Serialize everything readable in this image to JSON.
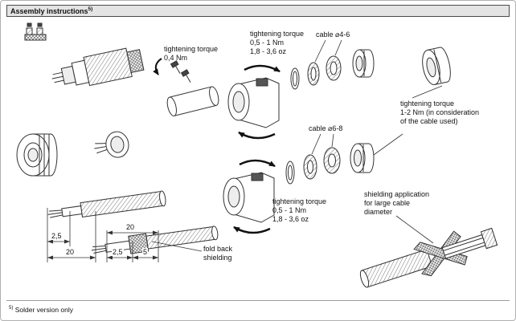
{
  "header": {
    "title": "Assembly instructions",
    "note_ref": "5)"
  },
  "footnote": {
    "ref": "5)",
    "text": "Solder version only"
  },
  "annotations": {
    "torque_04": "tightening torque\n0,4 Nm",
    "torque_upper": "tightening torque\n0,5 - 1 Nm\n1,8 - 3,6 oz",
    "cable_4_6": "cable ⌀4-6",
    "torque_right": "tightening torque\n1-2 Nm (in consideration\nof the cable used)",
    "cable_6_8": "cable ⌀6-8",
    "torque_lower": "tightening torque\n0,5 - 1 Nm\n1,8 - 3,6 oz",
    "fold_back_shielding": "fold back\nshielding",
    "shielding_application": "shielding application\nfor large cable\ndiameter"
  },
  "dimensions": {
    "cable1_tip": "2,5",
    "cable1_strip": "20",
    "cable2_strip": "20",
    "cable2_tip": "2,5",
    "cable2_shield": "5"
  },
  "colors": {
    "line": "#333333",
    "header_bg": "#e4e4e4",
    "paper": "#ffffff"
  }
}
